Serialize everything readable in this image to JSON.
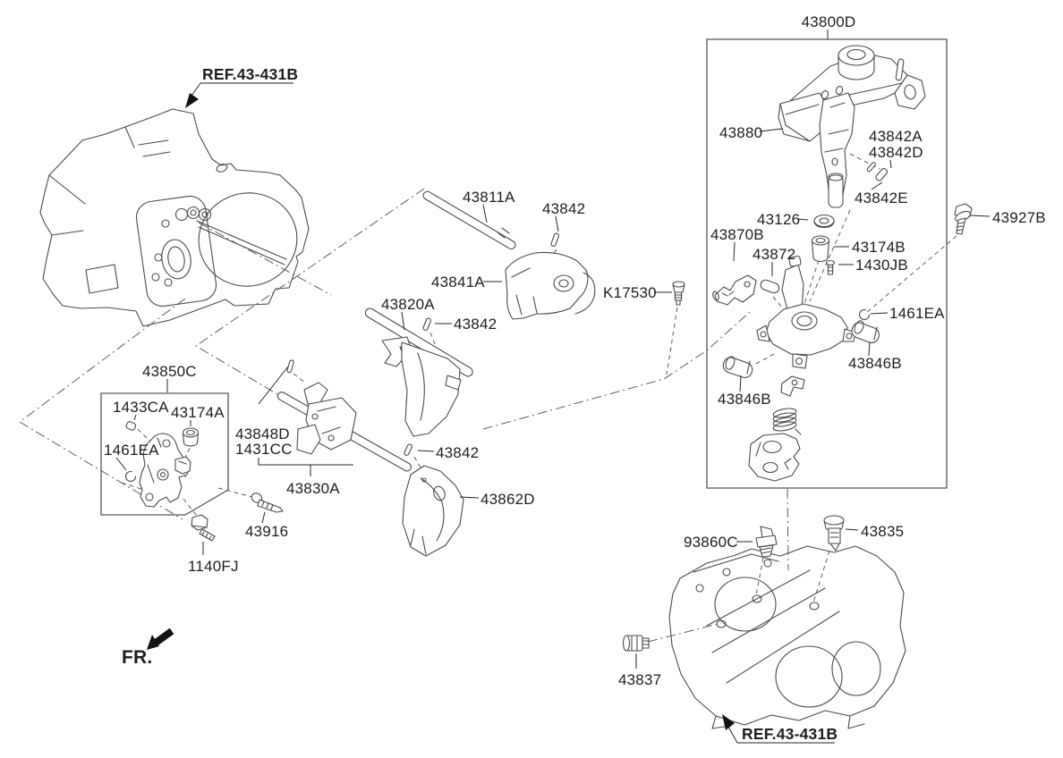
{
  "diagram": {
    "direction_label": "FR.",
    "ref_top": "REF.43-431B",
    "ref_bottom": "REF.43-431B",
    "assembly_box_label": "43800D",
    "parts": {
      "shaft_upper": "43811A",
      "pin_upper": "43842",
      "fork_upper": "43841A",
      "shaft_mid": "43820A",
      "pin_mid": "43842",
      "pin_lower": "43842",
      "fork_lower": "43862D",
      "lever_box": "43850C",
      "pin_1433CA": "1433CA",
      "bushing_43174A": "43174A",
      "ring_1461EA_left": "1461EA",
      "rail_sub_a": "43848D",
      "rail_sub_b": "1431CC",
      "rail": "43830A",
      "screw_43916": "43916",
      "bolt_1140FJ": "1140FJ",
      "lever_43880": "43880",
      "pin_43842A": "43842A",
      "pin_43842D": "43842D",
      "pin_43842E": "43842E",
      "washer_43126": "43126",
      "bracket_43870B": "43870B",
      "roller_43872": "43872",
      "bushing_43174B": "43174B",
      "screw_1430JB": "1430JB",
      "screw_K17530": "K17530",
      "ring_1461EA_right": "1461EA",
      "bushing_43846B_right": "43846B",
      "bushing_43846B_left": "43846B",
      "bolt_43927B": "43927B",
      "switch_93860C": "93860C",
      "bolt_43835": "43835",
      "plug_43837": "43837"
    }
  }
}
